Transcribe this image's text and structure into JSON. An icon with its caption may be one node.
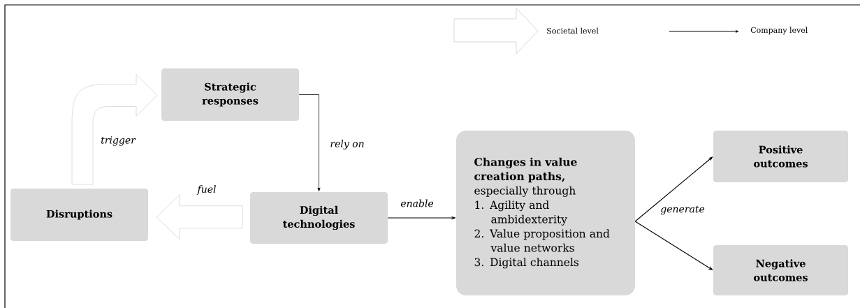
{
  "diagram": {
    "nodes": [
      {
        "text": [
          "Disruptions"
        ]
      },
      {
        "text": [
          "Strategic responses"
        ]
      },
      {
        "text": [
          "Digital technologies"
        ]
      },
      {
        "text": [
          "Changes in value creation paths,",
          "especially through",
          "1. Agility and ambidexterity",
          "2. Value proposition and value networks",
          "3. Digital channels"
        ]
      },
      {
        "text": [
          "Positive outcomes"
        ]
      },
      {
        "text": [
          "Negative outcomes"
        ]
      }
    ],
    "edges": [
      {
        "from": 0,
        "to": 1,
        "arrow": "to",
        "label": "trigger",
        "style": "thick",
        "color": "#c8c8c8"
      },
      {
        "from": 1,
        "to": 2,
        "arrow": "to",
        "label": "rely on"
      },
      {
        "from": 2,
        "to": 0,
        "arrow": "to",
        "label": "fuel",
        "style": "thick",
        "color": "#c8c8c8"
      },
      {
        "from": 2,
        "to": 3,
        "arrow": "to",
        "label": "enable"
      },
      {
        "from": 3,
        "to": 4,
        "arrow": "to",
        "label": "generate"
      },
      {
        "from": 3,
        "to": 5,
        "arrow": "to"
      }
    ],
    "legend": [
      {
        "text": "Societal level"
      },
      {
        "text": "Company level"
      }
    ]
  }
}
